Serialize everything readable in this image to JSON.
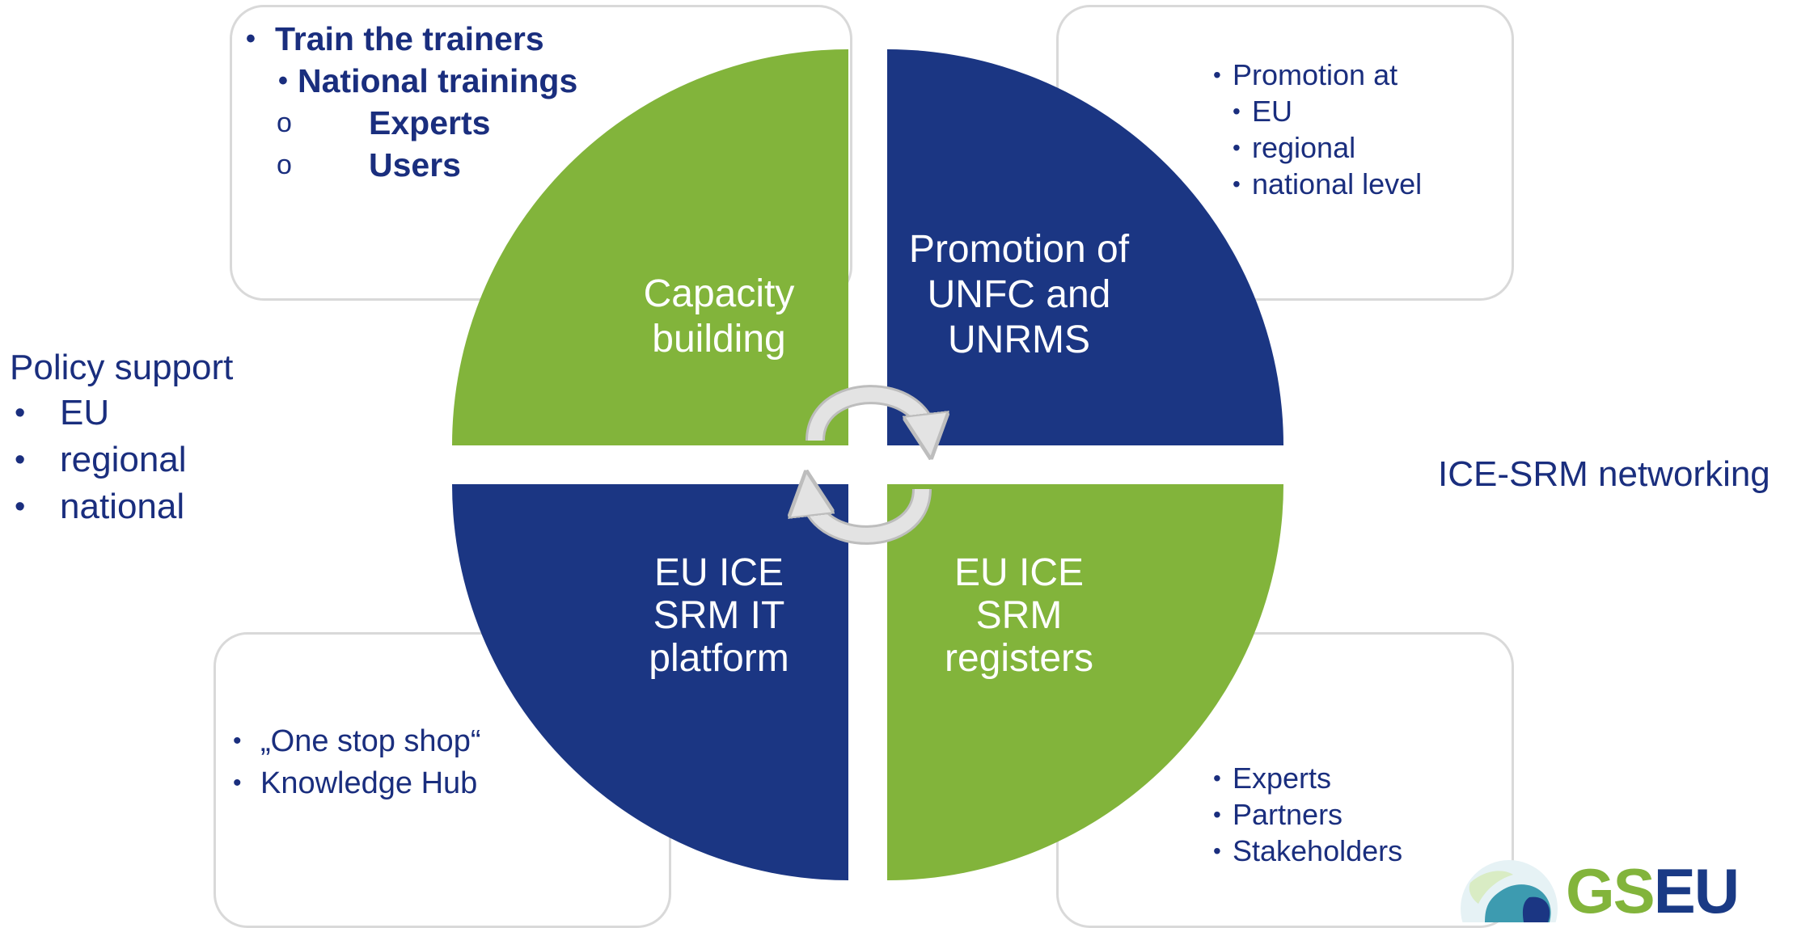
{
  "colors": {
    "navy": "#1b3683",
    "green": "#82b43b",
    "text": "#1a2e7e",
    "box_border": "#d9d9d9",
    "arrow": "#e3e3e3"
  },
  "quadrants": {
    "capacity": [
      "Capacity",
      "building"
    ],
    "promotion": [
      "Promotion of",
      "UNFC and",
      "UNRMS"
    ],
    "platform": [
      "EU ICE",
      "SRM IT",
      "platform"
    ],
    "registers": [
      "EU ICE",
      "SRM",
      "registers"
    ]
  },
  "top_left_box": {
    "item1": "Train the trainers",
    "item2": "National trainings",
    "item3": "Experts",
    "item4": "Users"
  },
  "top_right_box": {
    "item1": "Promotion at",
    "item2": "EU",
    "item3": "regional",
    "item4": "national level"
  },
  "bottom_left_box": {
    "item1": "„One stop shop“",
    "item2": "Knowledge Hub"
  },
  "bottom_right_box": {
    "item1": "Experts",
    "item2": "Partners",
    "item3": "Stakeholders"
  },
  "policy": {
    "title": "Policy support",
    "items": [
      "EU",
      "regional",
      "national"
    ]
  },
  "networking": "ICE-SRM networking",
  "logo": {
    "gs": "GS",
    "eu": "EU"
  }
}
